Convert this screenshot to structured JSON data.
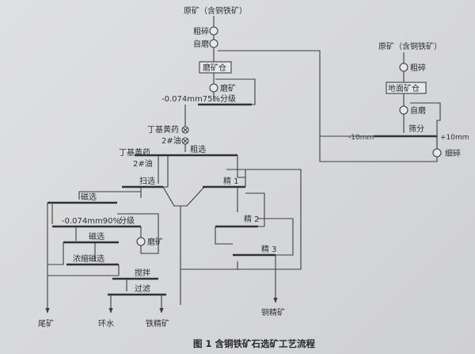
{
  "left_circuit": {
    "feed": "原矿（含铜铁矿）",
    "coarse_crush": "粗碎",
    "autogenous_mill": "自磨",
    "mill_bin": "磨矿仓",
    "regrind": "磨矿",
    "classification_grade": "-0.074mm75%",
    "classification": "分级",
    "reagent1": "丁基黄药",
    "reagent2": "2#油",
    "rougher": "粗选",
    "rougher_reagent1": "丁基黄药",
    "rougher_reagent2": "2#油",
    "scavenger": "扫选",
    "cleaner1": "精 1",
    "cleaner2": "精 2",
    "cleaner3": "精 3",
    "mag_sep": "磁选",
    "grade2": "-0.074mm90%",
    "classification2": "分级",
    "mag_sep2": "磁选",
    "regrind2": "磨矿",
    "conc_mag_sep": "浓缩磁选",
    "stirring": "搅拌",
    "filtering": "过滤",
    "tailings": "尾矿",
    "recycled_water": "环水",
    "iron_conc": "铁精矿",
    "copper_conc": "铜精矿"
  },
  "right_circuit": {
    "feed": "原矿（含铜铁矿）",
    "coarse_crush": "粗碎",
    "ground_bin": "地面矿仓",
    "autogenous_mill": "自磨",
    "screening": "筛分",
    "minus10": "-10mm",
    "plus10": "+10mm",
    "fine_crush": "细碎"
  },
  "caption": "图 1   含铜铁矿石选矿工艺流程"
}
